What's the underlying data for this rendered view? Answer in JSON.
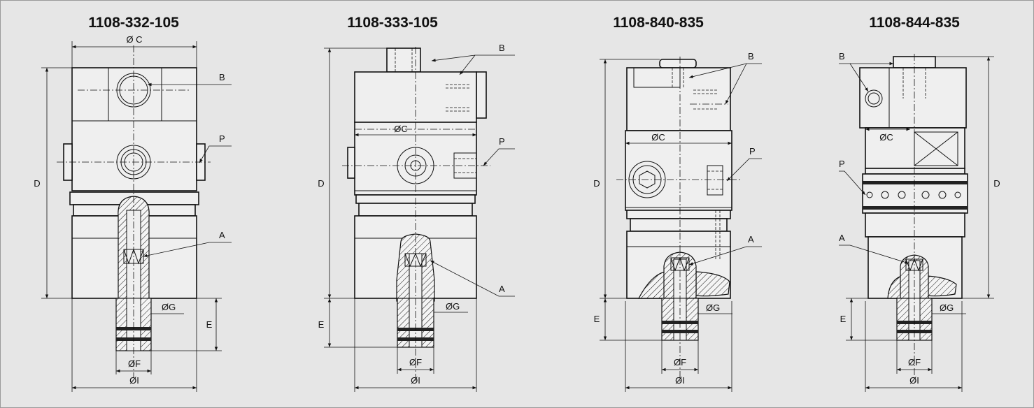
{
  "diagram": {
    "background": "#e6e6e6",
    "ink": "#111111",
    "models": [
      {
        "id": "1108-332-105",
        "labels": {
          "a": "A",
          "b": "B",
          "c": "Ø C",
          "d": "D",
          "e": "E",
          "f": "ØF",
          "g": "ØG",
          "i": "ØI",
          "p": "P"
        }
      },
      {
        "id": "1108-333-105",
        "labels": {
          "a": "A",
          "b": "B",
          "c": "ØC",
          "d": "D",
          "e": "E",
          "f": "ØF",
          "g": "ØG",
          "i": "ØI",
          "p": "P"
        }
      },
      {
        "id": "1108-840-835",
        "labels": {
          "a": "A",
          "b": "B",
          "c": "ØC",
          "d": "D",
          "e": "E",
          "f": "ØF",
          "g": "ØG",
          "i": "ØI",
          "p": "P"
        }
      },
      {
        "id": "1108-844-835",
        "labels": {
          "a": "A",
          "b": "B",
          "c": "ØC",
          "d": "D",
          "e": "E",
          "f": "ØF",
          "g": "ØG",
          "i": "ØI",
          "p": "P"
        }
      }
    ]
  }
}
